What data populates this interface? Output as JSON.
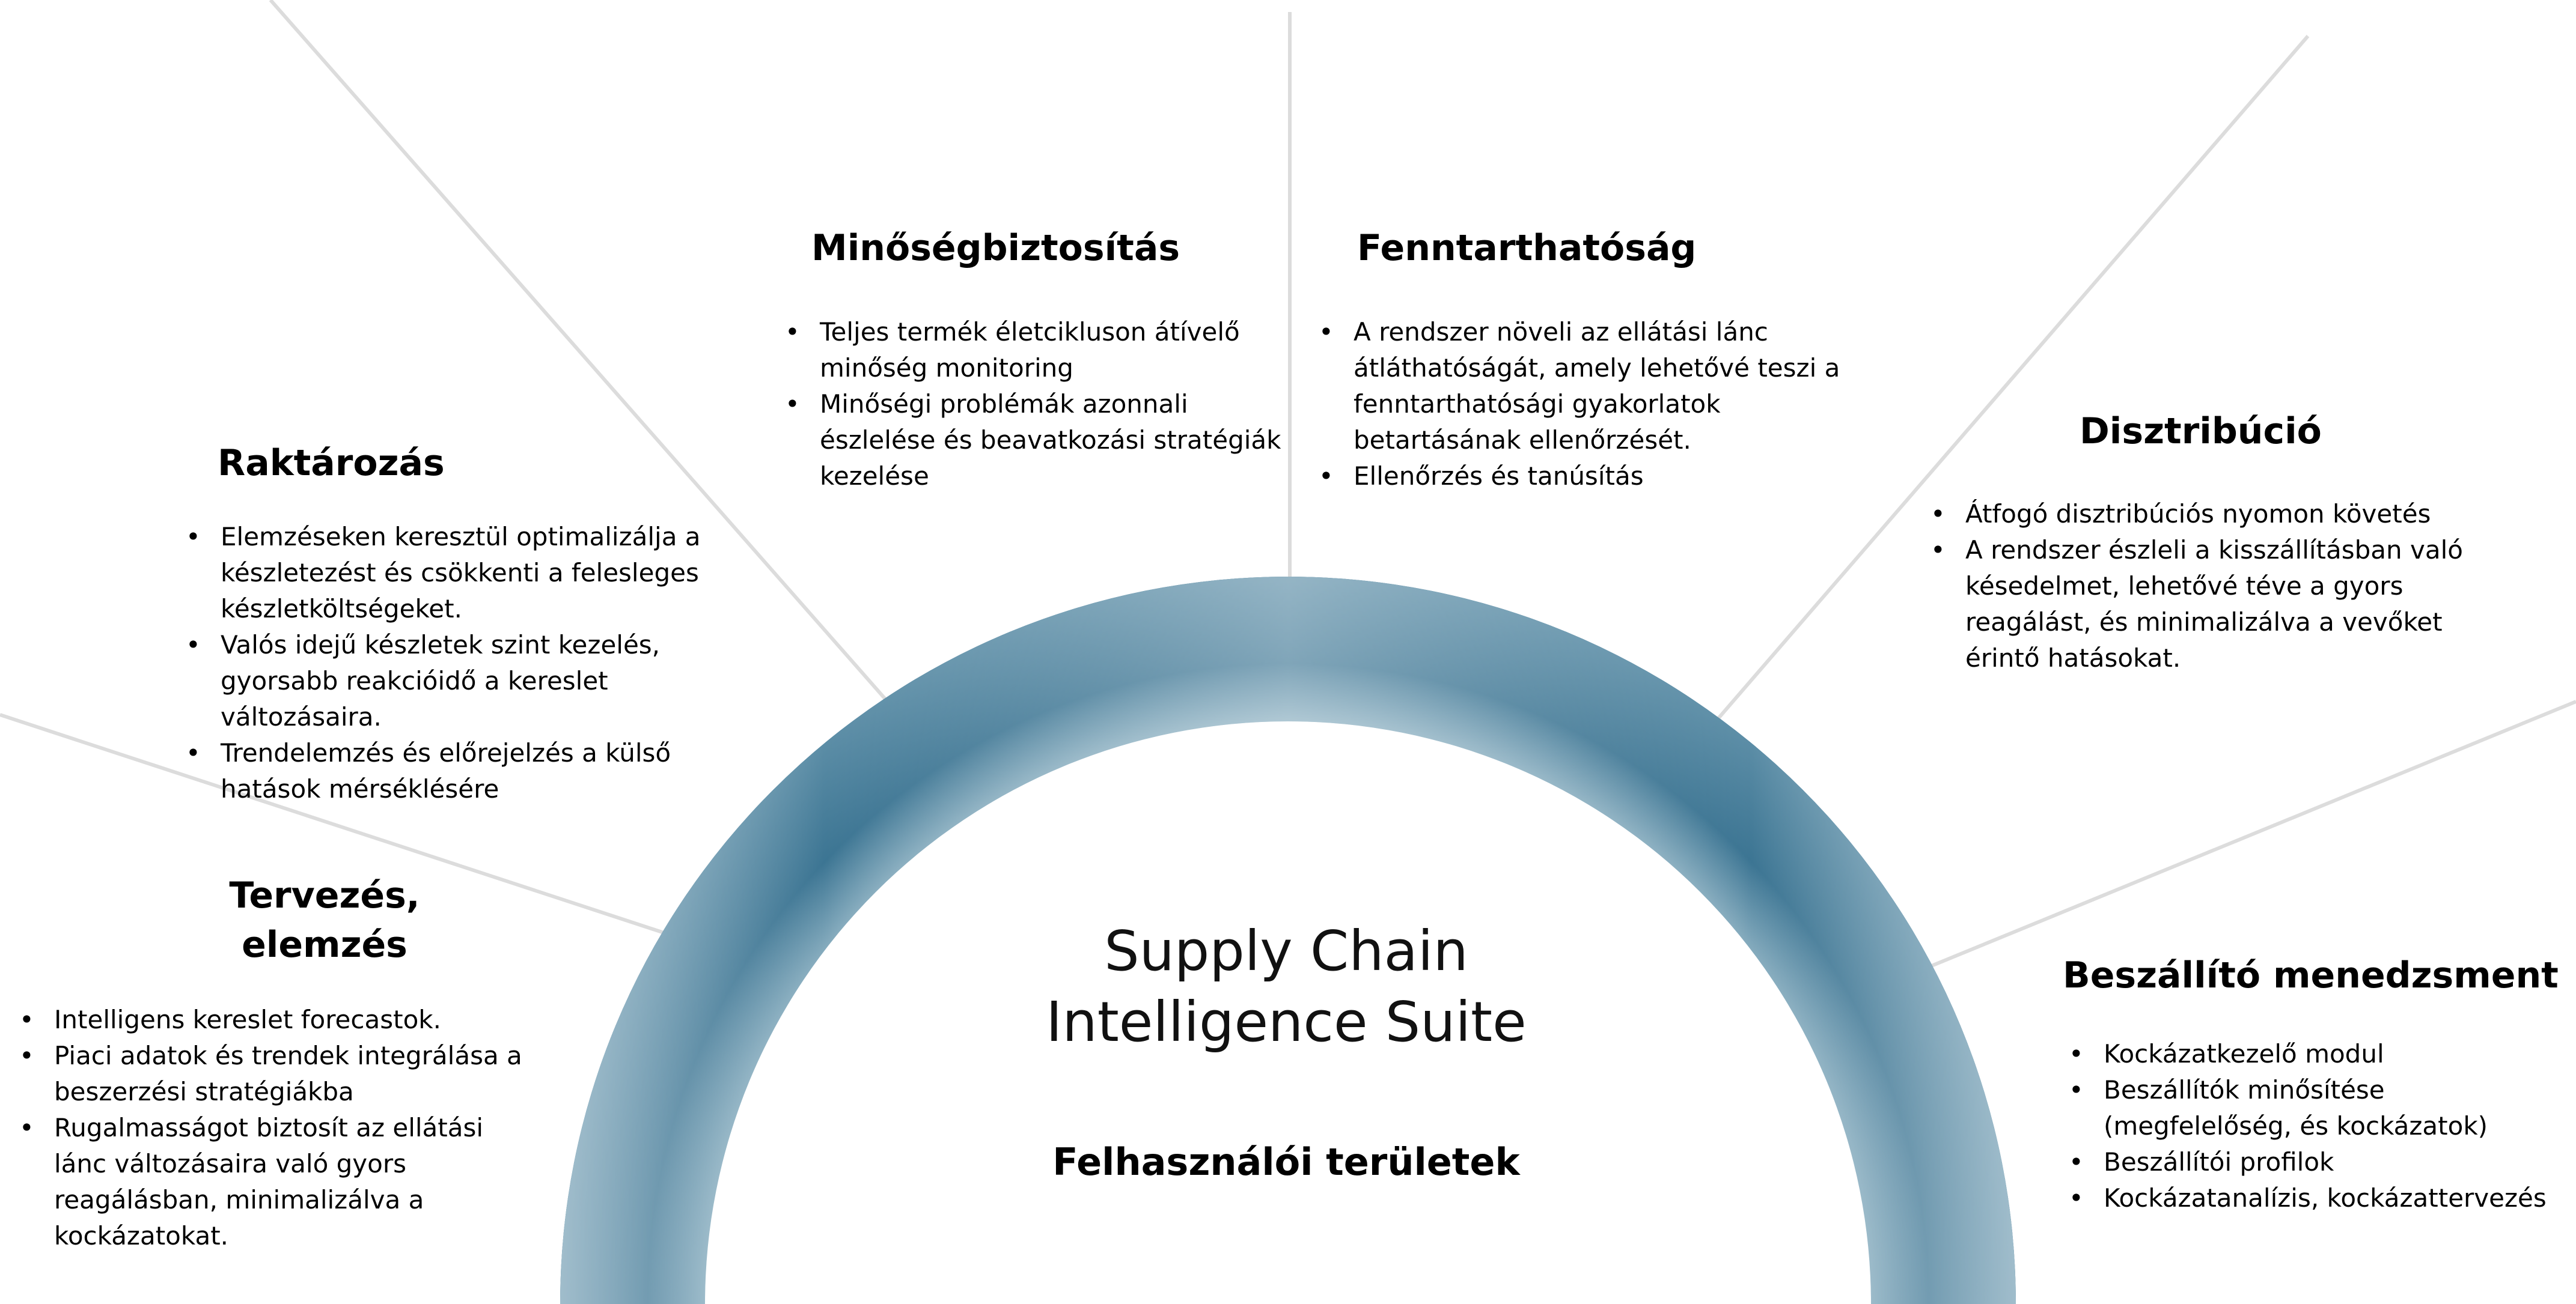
{
  "hub": {
    "title_line1": "Supply Chain",
    "title_line2": "Intelligence Suite",
    "subtitle": "Felhasználói területek"
  },
  "colors": {
    "arc_dark": "#3c7593",
    "arc_light": "#b3cdd8",
    "spoke": "#dcdcdc"
  },
  "sections": {
    "planning": {
      "title_line1": "Tervezés,",
      "title_line2": "elemzés",
      "items": [
        "Intelligens kereslet forecastok.",
        "Piaci adatok és trendek integrálása a beszerzési stratégiákba",
        "Rugalmasságot biztosít az ellátási lánc változásaira való gyors reagálásban, minimalizálva a kockázatokat."
      ]
    },
    "warehousing": {
      "title": "Raktározás",
      "items": [
        "Elemzéseken keresztül optimalizálja a készletezést és csökkenti a felesleges készletköltségeket.",
        "Valós idejű készletek szint kezelés, gyorsabb reakcióidő a kereslet változásaira.",
        "Trendelemzés és előrejelzés a külső hatások mérséklésére"
      ]
    },
    "quality": {
      "title": "Minőségbiztosítás",
      "items": [
        "Teljes termék életcikluson átívelő minőség monitoring",
        "Minőségi problémák azonnali észlelése és beavatkozási stratégiák kezelése"
      ]
    },
    "sustainability": {
      "title": "Fenntarthatóság",
      "items": [
        " A rendszer növeli az ellátási lánc átláthatóságát, amely lehetővé teszi a fenntarthatósági  gyakorlatok betartásának ellenőrzését.",
        "Ellenőrzés és tanúsítás"
      ]
    },
    "distribution": {
      "title": "Disztribúció",
      "items": [
        "Átfogó disztribúciós nyomon követés",
        " A rendszer észleli  a kisszállításban való késedelmet, lehetővé téve a gyors reagálást,  és minimalizálva a vevőket érintő hatásokat."
      ]
    },
    "supplier": {
      "title": "Beszállító menedzsment",
      "items": [
        "Kockázatkezelő modul",
        "Beszállítók minősítése (megfelelőség, és kockázatok)",
        "Beszállítói profilok",
        "Kockázatanalízis, kockázattervezés"
      ]
    }
  }
}
